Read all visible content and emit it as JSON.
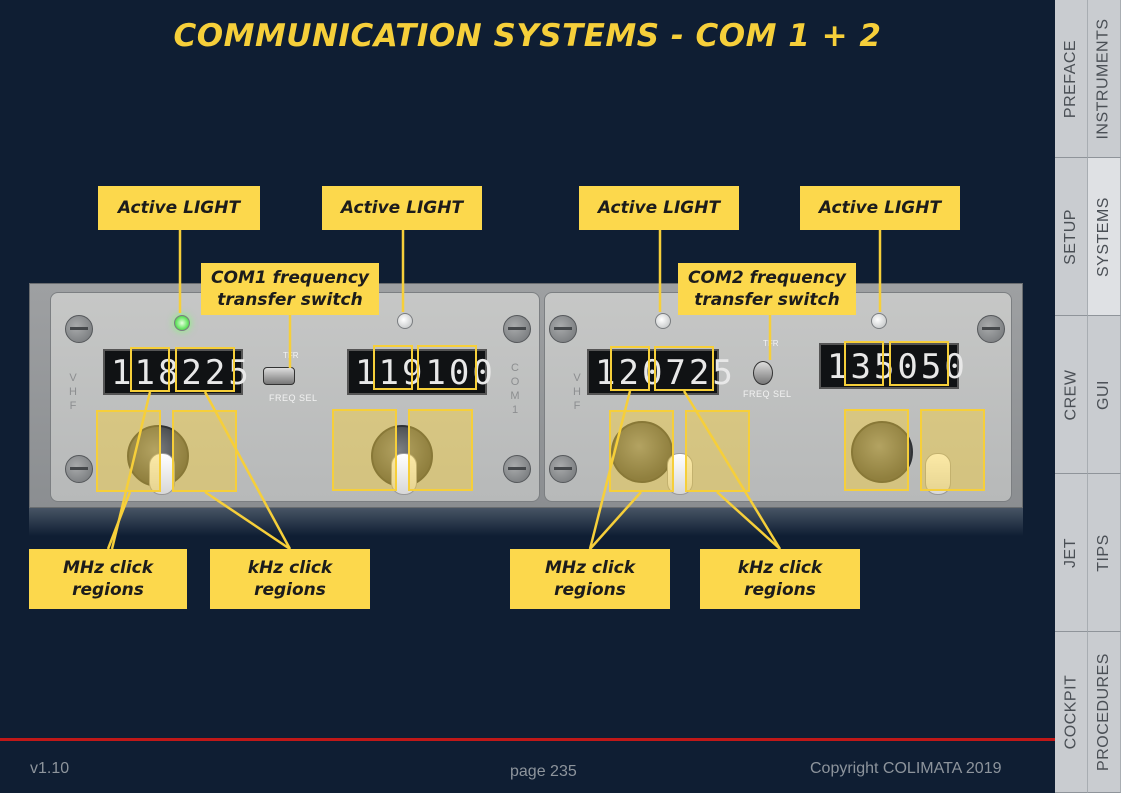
{
  "page": {
    "title": "COMMUNICATION SYSTEMS - COM 1 + 2",
    "version": "v1.10",
    "page_number": "page 235",
    "copyright": "Copyright COLIMATA 2019"
  },
  "nav": {
    "col1": [
      "PREFACE",
      "SETUP",
      "CREW",
      "JET",
      "COCKPIT"
    ],
    "col2": [
      "INSTRUMENTS",
      "SYSTEMS",
      "GUI",
      "TIPS",
      "PROCEDURES"
    ]
  },
  "callouts": {
    "active_light_1": "Active LIGHT",
    "active_light_2": "Active LIGHT",
    "active_light_3": "Active LIGHT",
    "active_light_4": "Active LIGHT",
    "com1_switch": "COM1 frequency\ntransfer switch",
    "com2_switch": "COM2 frequency\ntransfer switch",
    "mhz_1": "MHz click\nregions",
    "khz_1": "kHz click\nregions",
    "mhz_2": "MHz click\nregions",
    "khz_2": "kHz click\nregions"
  },
  "com1": {
    "active_freq": "118225",
    "standby_freq": "119100",
    "side_label": "V\nH\nF",
    "unit_label": "C\nO\nM\n1",
    "switch_label": "FREQ SEL",
    "switch_top": "TFR"
  },
  "com2": {
    "active_freq": "120725",
    "standby_freq": "135050",
    "side_label": "V\nH\nF",
    "switch_label": "FREQ SEL",
    "switch_top": "TFR"
  },
  "colors": {
    "accent": "#f6cf3a",
    "background": "#0f1e33",
    "footer_line": "#c01818",
    "active_light": "#6ee86a"
  }
}
